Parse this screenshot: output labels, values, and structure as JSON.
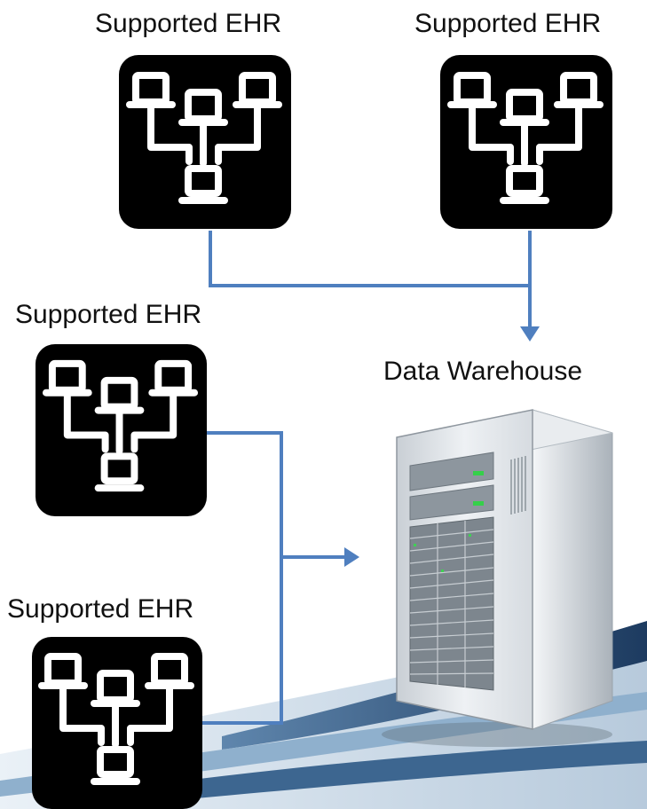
{
  "nodes": [
    {
      "id": "ehr-1",
      "label": "Supported EHR",
      "icon": "network-hierarchy-icon"
    },
    {
      "id": "ehr-2",
      "label": "Supported EHR",
      "icon": "network-hierarchy-icon"
    },
    {
      "id": "ehr-3",
      "label": "Supported EHR",
      "icon": "network-hierarchy-icon"
    },
    {
      "id": "ehr-4",
      "label": "Supported EHR",
      "icon": "network-hierarchy-icon"
    },
    {
      "id": "warehouse",
      "label": "Data Warehouse",
      "icon": "server-tower-icon"
    }
  ],
  "edges": [
    {
      "from": "ehr-1",
      "to": "warehouse"
    },
    {
      "from": "ehr-2",
      "to": "warehouse"
    },
    {
      "from": "ehr-3",
      "to": "warehouse"
    },
    {
      "from": "ehr-4",
      "to": "warehouse"
    }
  ],
  "colors": {
    "connector": "#4f7fbf",
    "icon_bg": "#000000",
    "icon_fg": "#ffffff",
    "label_text": "#111111",
    "swoosh_dark": "#1f3f66",
    "swoosh_light": "#b9cde0"
  }
}
